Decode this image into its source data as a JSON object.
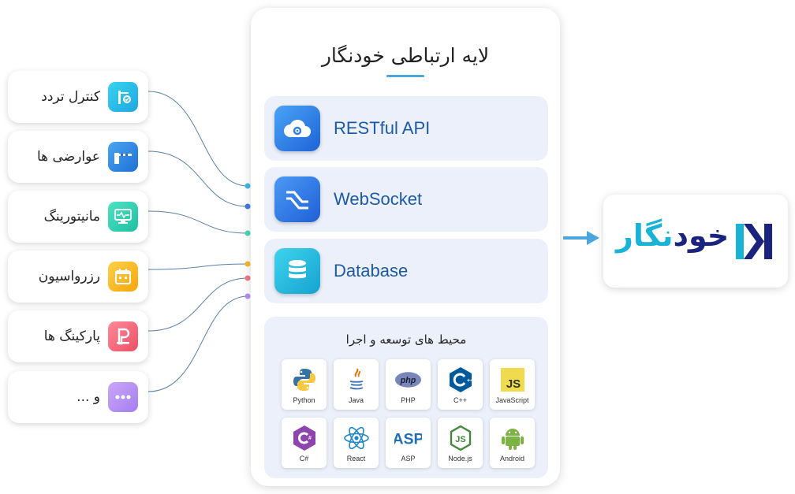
{
  "left_items": [
    {
      "label": "کنترل تردد",
      "icon": "turnstile-icon",
      "color": "#2cc3e8",
      "glyph": "⊺"
    },
    {
      "label": "عوارضی ها",
      "icon": "toll-gate-icon",
      "color": "#2f8fe0",
      "glyph": "⊟"
    },
    {
      "label": "مانیتورینگ",
      "icon": "monitor-icon",
      "color": "#38d6b8",
      "glyph": "▭"
    },
    {
      "label": "رزرواسیون",
      "icon": "calendar-icon",
      "color": "#f5b820",
      "glyph": "▦"
    },
    {
      "label": "پارکینگ ها",
      "icon": "parking-icon",
      "color": "#f06b7c",
      "glyph": "P"
    },
    {
      "label": "و ...",
      "icon": "more-icon",
      "color": "#b78ff0",
      "glyph": "•••"
    }
  ],
  "connector_colors": [
    "#3cb9e6",
    "#3d7de0",
    "#46d8b6",
    "#f5b820",
    "#f27588",
    "#b88ff0"
  ],
  "panel": {
    "title": "لایه ارتباطی خودنگار",
    "layers": [
      {
        "label": "RESTful API",
        "icon": "cloud-gear-icon",
        "color": "#2f7fe0"
      },
      {
        "label": "WebSocket",
        "icon": "websocket-icon",
        "color": "#3478e0"
      },
      {
        "label": "Database",
        "icon": "database-icon",
        "color": "#1fb4d9"
      }
    ],
    "env_title": "محیط های توسعه و اجرا",
    "technologies": [
      {
        "label": "Python",
        "icon": "python-icon"
      },
      {
        "label": "Java",
        "icon": "java-icon"
      },
      {
        "label": "PHP",
        "icon": "php-icon"
      },
      {
        "label": "C++",
        "icon": "cpp-icon"
      },
      {
        "label": "JavaScript",
        "icon": "javascript-icon"
      },
      {
        "label": "C#",
        "icon": "csharp-icon"
      },
      {
        "label": "React",
        "icon": "react-icon"
      },
      {
        "label": "ASP",
        "icon": "asp-icon"
      },
      {
        "label": "Node.js",
        "icon": "nodejs-icon"
      },
      {
        "label": "Android",
        "icon": "android-icon"
      }
    ]
  },
  "brand": {
    "name_part1": "خود",
    "name_part2": "نگار",
    "logo_icon": "khodnegar-logo-icon",
    "colors": {
      "navy": "#1a237e",
      "cyan": "#18b3d6"
    }
  },
  "arrow_color": "#4aa6dc"
}
